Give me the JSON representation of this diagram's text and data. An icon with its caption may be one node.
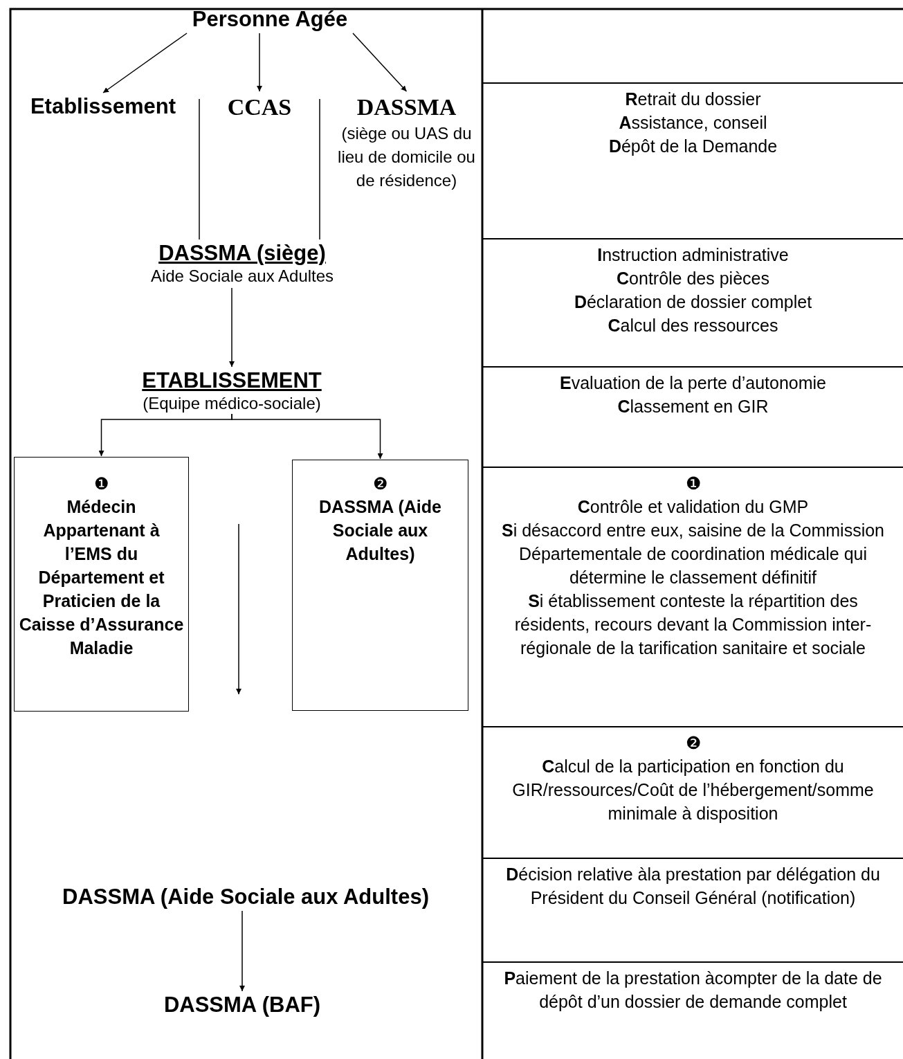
{
  "diagram": {
    "nodes": [
      {
        "text": [
          "Personne Agée"
        ]
      },
      {
        "text": [
          "Etablissement"
        ]
      },
      {
        "text": [
          "CCAS"
        ]
      },
      {
        "text": [
          "DASSMA",
          "(siège ou UAS du lieu de domicile ou de résidence)"
        ]
      },
      {
        "text": [
          "DASSMA (siège)",
          "Aide Sociale aux Adultes"
        ]
      },
      {
        "text": [
          "ETABLISSEMENT",
          "(Equipe médico-sociale)"
        ]
      },
      {
        "text": [
          "❶",
          "Médecin Appartenant à l’EMS du Département et Praticien de la Caisse d’Assurance Maladie"
        ]
      },
      {
        "text": [
          "❷",
          "DASSMA (Aide Sociale aux Adultes)"
        ]
      },
      {
        "text": [
          "DASSMA (Aide Sociale aux Adultes)"
        ]
      },
      {
        "text": [
          "DASSMA (BAF)"
        ]
      }
    ],
    "edges": [
      {
        "from": 0,
        "to": 1,
        "arrow": "to"
      },
      {
        "from": 0,
        "to": 2,
        "arrow": "to"
      },
      {
        "from": 0,
        "to": 3,
        "arrow": "to"
      },
      {
        "from": 4,
        "to": 5,
        "arrow": "to"
      },
      {
        "from": 5,
        "to": 6,
        "arrow": "to"
      },
      {
        "from": 5,
        "to": 7,
        "arrow": "to"
      },
      {
        "from": 8,
        "to": 9,
        "arrow": "to"
      }
    ],
    "labels": [
      "**R**etrait du dossier",
      "**A**ssistance, conseil",
      "**D**épôt de la Demande",
      "**I**nstruction administrative",
      "**C**ontrôle des pièces",
      "**D**éclaration de dossier complet",
      "**C**alcul des ressources",
      "**E**valuation de la perte d’autonomie",
      "**C**lassement en GIR",
      "❶",
      "**C**ontrôle et validation du GMP",
      "**S**i désaccord entre eux, saisine de la Commission Départementale de coordination médicale qui détermine le classement définitif",
      "**S**i établissement conteste la répartition des résidents, recours devant la Commission inter-régionale de la tarification sanitaire et sociale",
      "❷",
      "**C**alcul de la participation en fonction du GIR/ressources/Coût de l’hébergement/somme minimale à disposition",
      "**D**écision relative àla prestation par délégation du Président du Conseil Général (notification)",
      "**P**aiement de la prestation àcompter de la date de dépôt d’un dossier de demande complet"
    ]
  }
}
